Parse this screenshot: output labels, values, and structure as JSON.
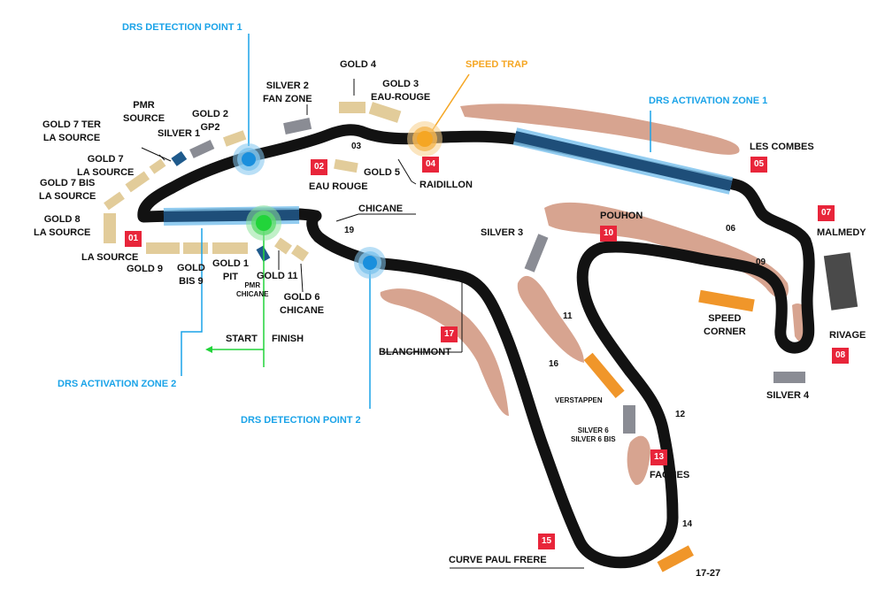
{
  "annotations": {
    "drs_detection_1": "DRS DETECTION POINT 1",
    "drs_detection_2": "DRS DETECTION POINT 2",
    "drs_activation_1": "DRS ACTIVATION ZONE 1",
    "drs_activation_2": "DRS ACTIVATION ZONE 2",
    "speed_trap": "SPEED TRAP",
    "start": "START",
    "finish": "FINISH"
  },
  "turns": [
    "01",
    "02",
    "04",
    "05",
    "07",
    "08",
    "10",
    "13",
    "15",
    "17"
  ],
  "corner_numbers": [
    "03",
    "06",
    "09",
    "11",
    "12",
    "14",
    "16",
    "19"
  ],
  "corners": {
    "la_source": "LA SOURCE",
    "eau_rouge": "EAU ROUGE",
    "raidillon": "RAIDILLON",
    "les_combes": "LES COMBES",
    "malmedy": "MALMEDY",
    "rivage": "RIVAGE",
    "pouhon": "POUHON",
    "fagnes": "FAGNES",
    "curve_paul_frere": "CURVE PAUL FRERE",
    "blanchimont": "BLANCHIMONT",
    "chicane": "CHICANE",
    "speed_corner": "SPEED\nCORNER",
    "verstappen": "VERSTAPPEN"
  },
  "stands": {
    "gold_8": "GOLD 8\nLA SOURCE",
    "gold_7_bis": "GOLD 7 BIS\nLA SOURCE",
    "gold_7": "GOLD 7\nLA SOURCE",
    "gold_7_ter": "GOLD 7 TER\nLA SOURCE",
    "pmr_source": "PMR\nSOURCE",
    "silver_1": "SILVER 1",
    "gold_2": "GOLD 2\nGP2",
    "silver_2": "SILVER 2\nFAN ZONE",
    "gold_4": "GOLD 4",
    "gold_3": "GOLD 3\nEAU-ROUGE",
    "gold_5": "GOLD 5",
    "gold_9": "GOLD 9",
    "gold_bis_9": "GOLD\nBIS 9",
    "gold_1": "GOLD 1\nPIT",
    "pmr_chicane": "PMR\nCHICANE",
    "gold_11": "GOLD 11",
    "gold_6": "GOLD 6\nCHICANE",
    "silver_3": "SILVER 3",
    "silver_4": "SILVER 4",
    "silver_6": "SILVER 6\nSILVER 6 BIS",
    "range_17_27": "17-27"
  },
  "colors": {
    "track": "#121212",
    "drs_zone": "#1e4e79",
    "drs_glow": "#7fc4ee",
    "drs_text": "#1aa3e8",
    "detection_green": "#22d43a",
    "speed_trap": "#f5a623",
    "gold_stand": "#e2cc9a",
    "silver_stand": "#8a8c94",
    "pmr_stand": "#1f5a8c",
    "orange_stand": "#f0962a",
    "dark_stand": "#4a4a4a",
    "runoff": "#d7a490",
    "turn_badge": "#e8253a"
  }
}
